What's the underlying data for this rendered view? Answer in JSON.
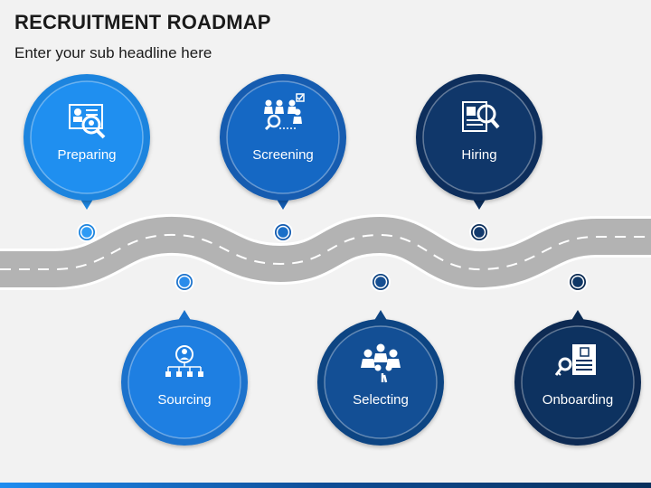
{
  "header": {
    "title": "RECRUITMENT ROADMAP",
    "subtitle": "Enter your sub headline here"
  },
  "steps": [
    {
      "label": "Preparing",
      "icon": "candidate-profile-search-icon",
      "color": "#1f8ff0",
      "ring": "#1c84de",
      "dot": "#2e9bf5"
    },
    {
      "label": "Sourcing",
      "icon": "org-chart-person-icon",
      "color": "#1e7fe2",
      "ring": "#1a72cc",
      "dot": "#2a8ceb"
    },
    {
      "label": "Screening",
      "icon": "candidate-shortlist-icon",
      "color": "#1568c4",
      "ring": "#125bb0",
      "dot": "#1a6fc8"
    },
    {
      "label": "Selecting",
      "icon": "team-select-icon",
      "color": "#134f95",
      "ring": "#0f4583",
      "dot": "#164f92"
    },
    {
      "label": "Hiring",
      "icon": "resume-search-icon",
      "color": "#10376a",
      "ring": "#0c2f5c",
      "dot": "#123a6e"
    },
    {
      "label": "Onboarding",
      "icon": "document-key-icon",
      "color": "#0d3260",
      "ring": "#0a2a52",
      "dot": "#0f3766"
    }
  ]
}
